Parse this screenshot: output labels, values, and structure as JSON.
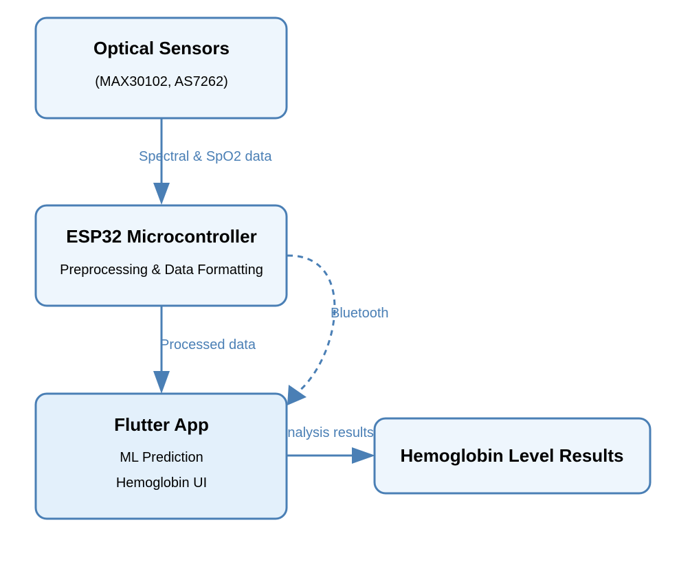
{
  "colors": {
    "box_stroke": "#4a7fb5",
    "box_fill": "#eef6fd",
    "box_fill_highlight": "#e3f0fb",
    "arrow": "#4a7fb5",
    "label": "#4a7fb5"
  },
  "nodes": {
    "sensors": {
      "title": "Optical Sensors",
      "subtitle": "(MAX30102, AS7262)"
    },
    "esp32": {
      "title": "ESP32 Microcontroller",
      "subtitle": "Preprocessing & Data Formatting"
    },
    "flutter": {
      "title": "Flutter App",
      "line1": "ML Prediction",
      "line2": "Hemoglobin UI"
    },
    "results": {
      "title": "Hemoglobin Level Results"
    }
  },
  "edges": {
    "sensors_to_esp32": "Spectral & SpO2 data",
    "esp32_to_flutter": "Processed data",
    "bluetooth": "Bluetooth",
    "flutter_to_results": "Analysis results"
  }
}
